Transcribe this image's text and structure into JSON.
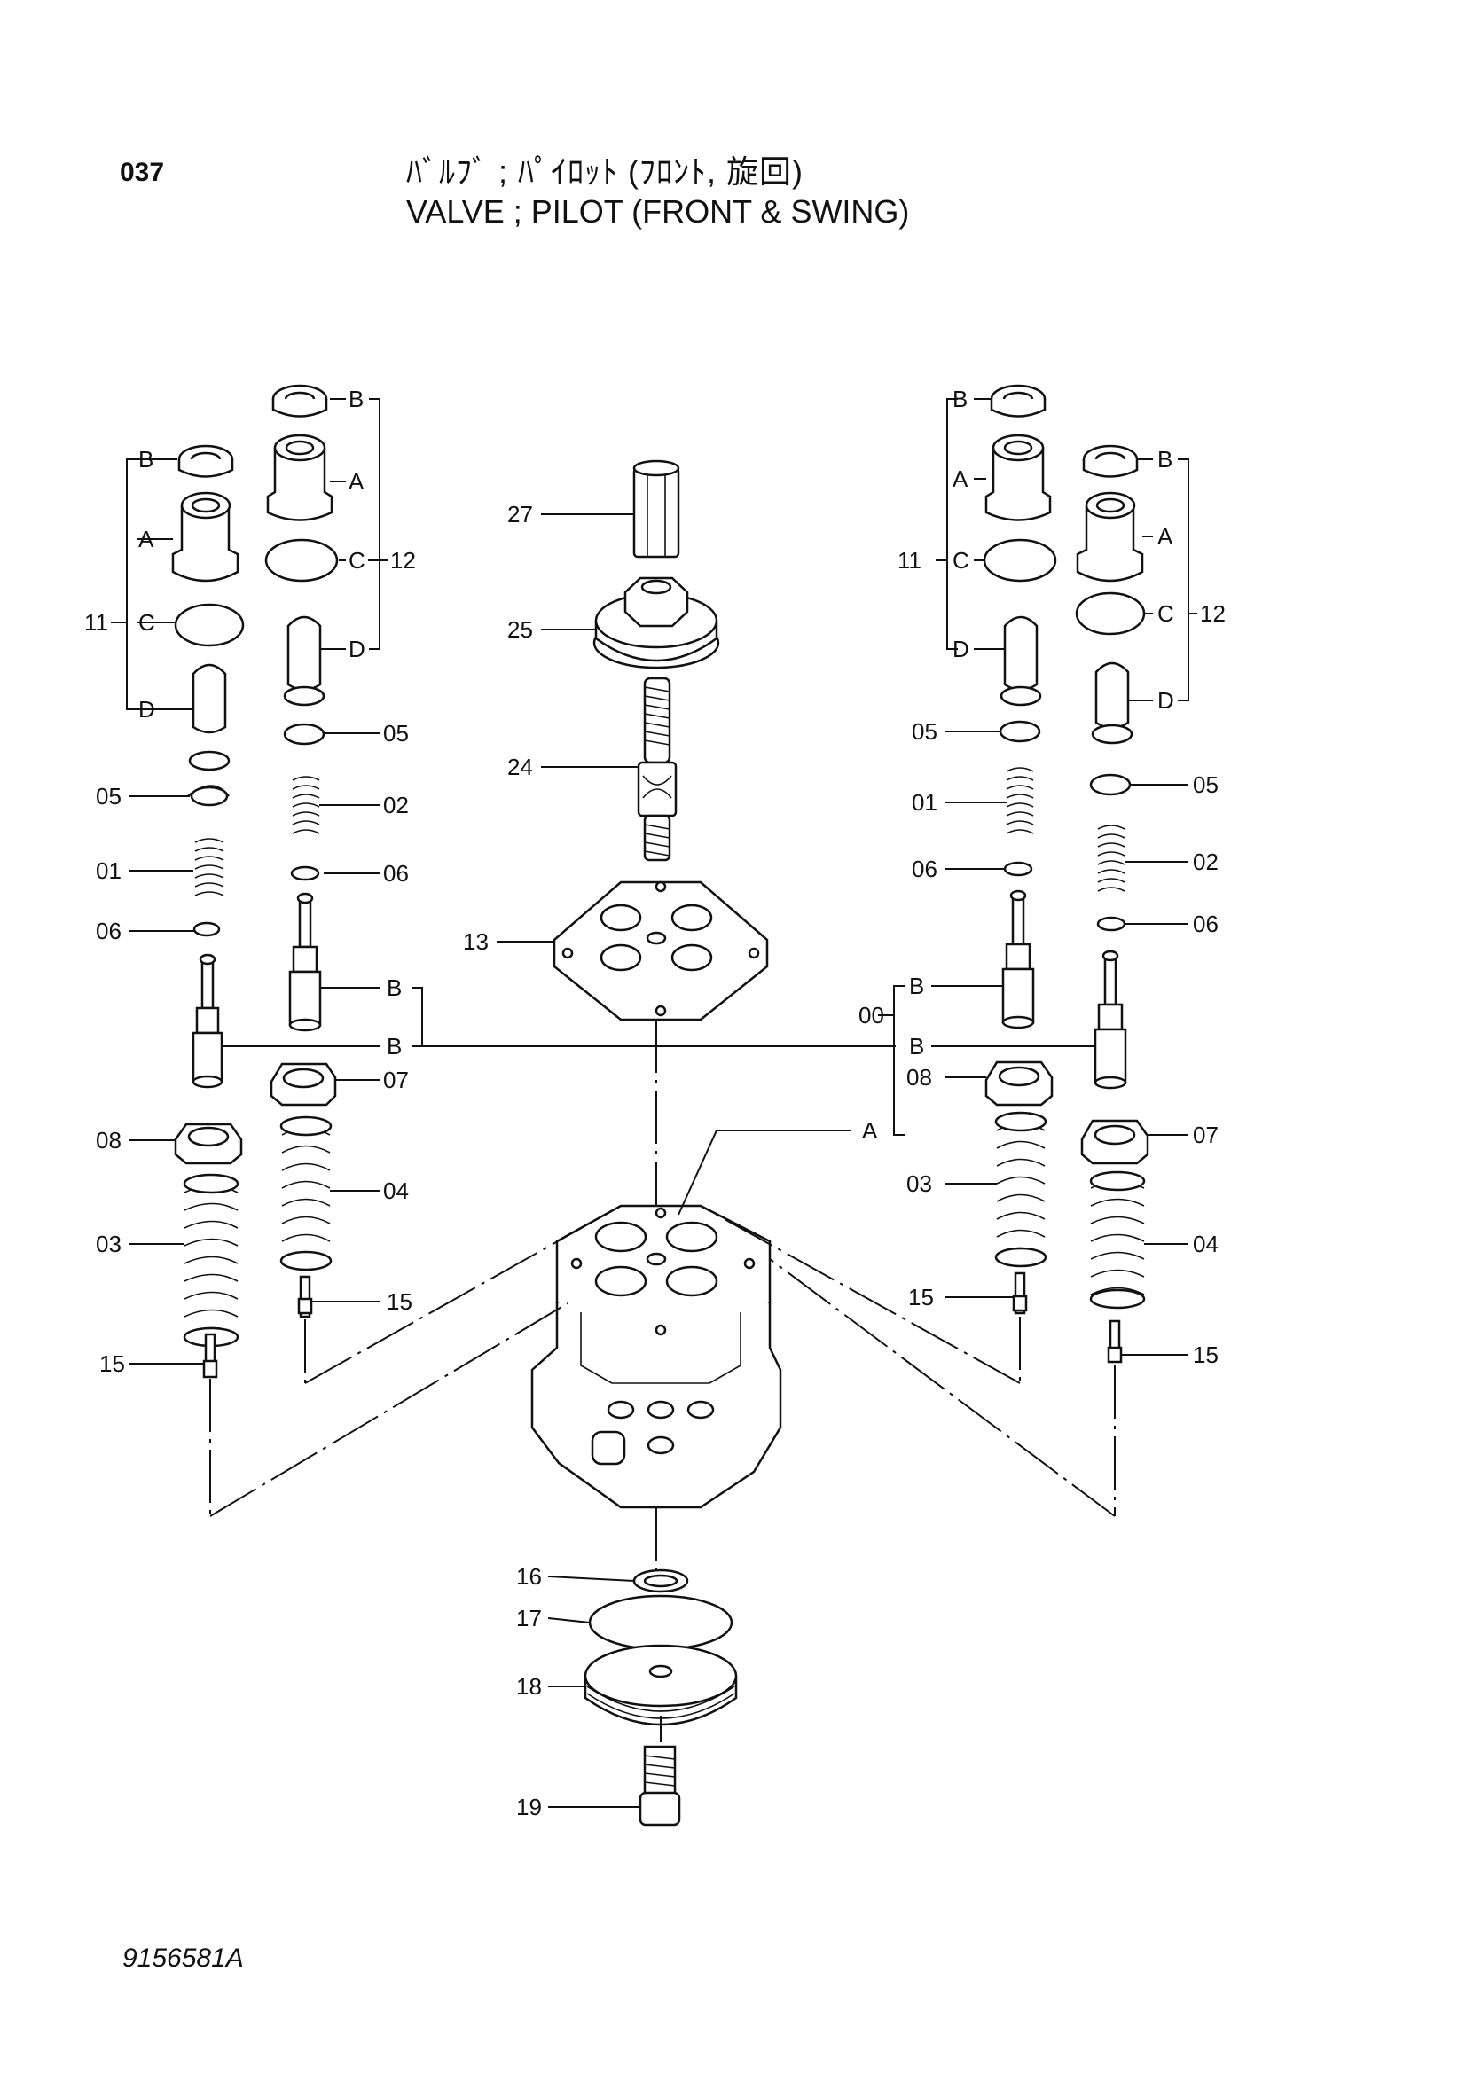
{
  "header": {
    "page_number": "037",
    "title_jp": "ﾊﾞﾙﾌﾞ ; ﾊﾟｲﾛｯﾄ (ﾌﾛﾝﾄ, 旋回)",
    "title_en": "VALVE ; PILOT (FRONT & SWING)"
  },
  "footer": {
    "drawing_number": "9156581A"
  },
  "labels": {
    "c27": "27",
    "c25": "25",
    "c24": "24",
    "c13": "13",
    "c16": "16",
    "c17": "17",
    "c18": "18",
    "c19": "19",
    "l11": "11",
    "l12": "12",
    "lB1": "B",
    "lA1": "A",
    "lC1": "C",
    "lD1": "D",
    "lB2": "B",
    "lA2": "A",
    "lC2": "C",
    "lD2": "D",
    "l05a": "05",
    "l01": "01",
    "l06a": "06",
    "l08": "08",
    "l03": "03",
    "l15a": "15",
    "l05b": "05",
    "l02": "02",
    "l06b": "06",
    "lBs1": "B",
    "lBs2": "B",
    "l07": "07",
    "l04": "04",
    "l15b": "15",
    "r11": "11",
    "r12": "12",
    "rB1": "B",
    "rA1": "A",
    "rC1": "C",
    "rD1": "D",
    "rB2": "B",
    "rA2": "A",
    "rC2": "C",
    "rD2": "D",
    "r05a": "05",
    "r01": "01",
    "r06a": "06",
    "r00": "00",
    "rBs1": "B",
    "rBs2": "B",
    "r08": "08",
    "rA": "A",
    "r03": "03",
    "r15a": "15",
    "r05b": "05",
    "r02": "02",
    "r06b": "06",
    "r07": "07",
    "r04": "04",
    "r15b": "15"
  }
}
